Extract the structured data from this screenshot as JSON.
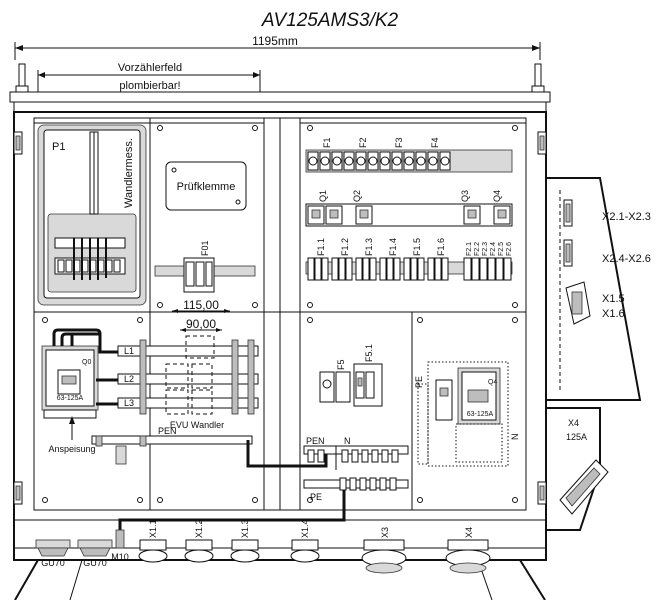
{
  "title": "AV125AMS3/K2",
  "width_dimension": "1195mm",
  "meter_field": {
    "label": "Vorzählerfeld",
    "sealable": "plombierbar!"
  },
  "meter_panel": {
    "p1": "P1",
    "wandlermess": "Wandlermess."
  },
  "test_terminal": "Prüfklemme",
  "fuse_f01": "F01",
  "dim_115": "115,00",
  "dim_90": "90,00",
  "main_switch": {
    "q0": "Q0",
    "rating": "63-125A"
  },
  "busbar_labels": {
    "l1": "L1",
    "l2": "L2",
    "l3": "L3"
  },
  "evu_wandler": "EVU Wandler",
  "pen_left": "PEN",
  "anspeisung": "Anspeisung",
  "fuses_top": [
    "F1",
    "F2",
    "F3",
    "F4"
  ],
  "switches": [
    "Q1",
    "Q2",
    "Q3",
    "Q4"
  ],
  "fuses_row": [
    "F1.1",
    "F1.2",
    "F1.3",
    "F1.4",
    "F1.5",
    "F1.6"
  ],
  "fuses_row2": [
    "F2.1",
    "F2.2",
    "F2.3",
    "F2.4",
    "F2.5",
    "F2.6"
  ],
  "f5": "F5",
  "f51": "F5.1",
  "pen_mid": "PEN",
  "n_mid": "N",
  "pe_mid": "PE",
  "pe_vertical": "PE",
  "q4_switch": {
    "q4": "Q4",
    "rating": "63-125A"
  },
  "n_right": "N",
  "outlets": {
    "x21": "X2.1-X2.3",
    "x24": "X2.4-X2.6",
    "x15": "X1.5",
    "x16": "X1.6"
  },
  "x4_socket": {
    "label": "X4",
    "rating": "125A"
  },
  "bottom_glands": [
    "GU70",
    "GU70",
    "M10"
  ],
  "bottom_outlets": [
    "X1.1",
    "X1.2",
    "X1.3",
    "X1.4",
    "X3",
    "X4"
  ]
}
